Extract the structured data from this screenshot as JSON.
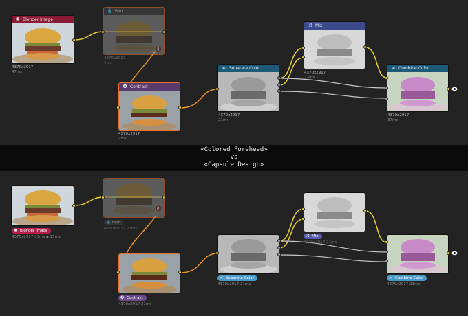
{
  "divider": {
    "line1": "«Colored Forehead»",
    "line2": "vs",
    "line3": "«Capsule Design»"
  },
  "top": {
    "blender_image": {
      "title": "Blender Image",
      "res": "4370x2917",
      "time": "47ms",
      "header_color": "#8a1a34"
    },
    "blur": {
      "title": "Blur",
      "res": "4370x2917",
      "time": "3ms"
    },
    "contrast": {
      "title": "Contrast",
      "res": "4370x2917",
      "time": "2ms",
      "header_color": "#5a3a6e"
    },
    "separate": {
      "title": "Separate Color",
      "res": "4370x2917",
      "time": "21ms",
      "header_color": "#1d5a78"
    },
    "mix": {
      "title": "Mix",
      "res": "4370x2917",
      "time": "23ms",
      "header_color": "#3a4a8a"
    },
    "combine": {
      "title": "Combine Color",
      "res": "4370x2917",
      "time": "37ms",
      "header_color": "#1d5a78"
    }
  },
  "bottom": {
    "blender_image": {
      "title": "Blender Image",
      "res": "4370x2917",
      "time1": "33ms",
      "time2": "15ms",
      "pill_color": "#b0204a"
    },
    "blur": {
      "title": "Blur",
      "res": "4370x2917",
      "time": "21ms"
    },
    "contrast": {
      "title": "Contrast",
      "res": "4370x2917",
      "time": "21ms",
      "pill_color": "#6a4a8a"
    },
    "separate": {
      "title": "Separate Color",
      "res": "4370x2917",
      "time": "21ms",
      "pill_color": "#4a9ac8"
    },
    "mix": {
      "title": "Mix",
      "res": "4370x2917",
      "time": "21ms",
      "pill_color": "#5a5ab0"
    },
    "combine": {
      "title": "Combine Color",
      "res": "4370x2917",
      "time": "21ms",
      "pill_color": "#4a9ac8"
    }
  },
  "colors": {
    "wire_yellow": "#e8d033",
    "wire_orange": "#e8902a",
    "wire_gray": "#c8c8c8",
    "selection": "#e8702a"
  }
}
